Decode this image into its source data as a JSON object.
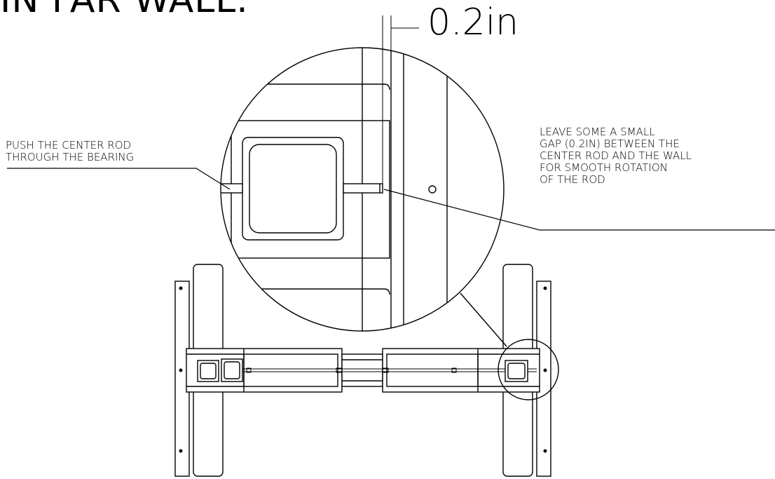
{
  "title": "IN FAR WALL.",
  "dimension_label": "0.2in",
  "callout_left": {
    "lines": [
      "PUSH THE CENTER ROD",
      "THROUGH THE BEARING"
    ]
  },
  "callout_right": {
    "lines": [
      "LEAVE SOME A SMALL",
      "GAP (0.2IN) BETWEEN THE",
      "CENTER ROD AND THE WALL",
      "FOR SMOOTH ROTATION",
      "OF THE ROD"
    ]
  },
  "colors": {
    "line": "#000000",
    "background": "#ffffff"
  }
}
